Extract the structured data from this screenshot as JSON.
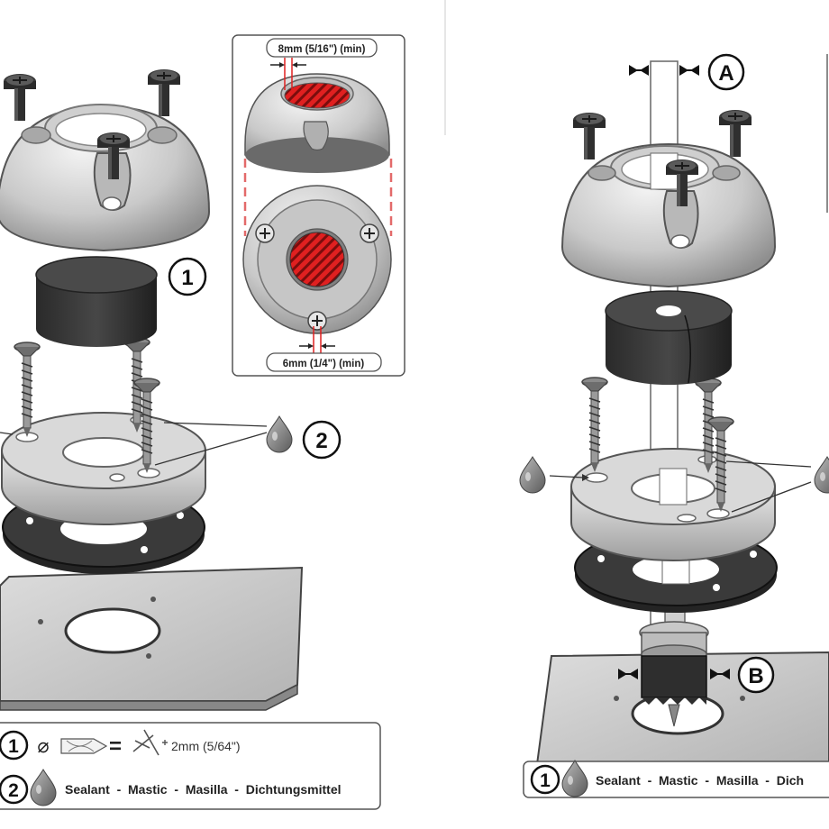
{
  "left": {
    "callout_1": "1",
    "callout_2": "2",
    "inset": {
      "top_dimension": "8mm (5/16\") (min)",
      "bottom_dimension": "6mm (1/4\") (min)"
    },
    "legend": {
      "row1_number": "1",
      "row1_symbol": "⌀",
      "row1_equals": "=",
      "row1_spec": "2mm (5/64\")",
      "row2_number": "2",
      "row2_text": "Sealant  -  Mastic  -  Masilla  -  Dichtungsmittel"
    }
  },
  "right": {
    "label_a": "A",
    "label_b": "B",
    "legend": {
      "row1_number": "1",
      "row1_text": "Sealant  -  Mastic  -  Masilla  -  Dich"
    }
  }
}
